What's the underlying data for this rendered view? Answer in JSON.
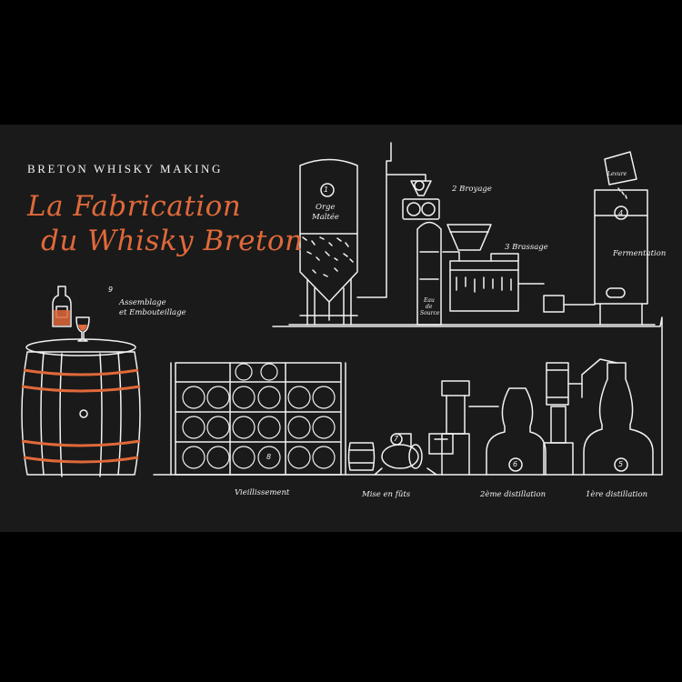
{
  "header": {
    "subtitle": "BRETON WHISKY MAKING",
    "title_line1": "La Fabrication",
    "title_line2": "du Whisky Breton"
  },
  "colors": {
    "background": "#000000",
    "panel": "#1a1a1a",
    "line": "#f2f2f2",
    "accent": "#e0693a"
  },
  "labels": {
    "step1_number": "1",
    "step1_silo_line1": "Orge",
    "step1_silo_line2": "Maltée",
    "step2": "2 Broyage",
    "water_line1": "Eau",
    "water_line2": "de",
    "water_line3": "Source",
    "step3": "3 Brassage",
    "step4_number": "4",
    "step4": "Fermentation",
    "yeast": "Levure",
    "step5_number": "5",
    "step5": "1ère distillation",
    "step6_number": "6",
    "step6": "2ème distillation",
    "step7_number": "7",
    "step7": "Mise en fûts",
    "step8_number": "8",
    "step8": "Vieillissement",
    "step9_number": "9",
    "step9_line1": "Assemblage",
    "step9_line2": "et Embouteillage"
  }
}
